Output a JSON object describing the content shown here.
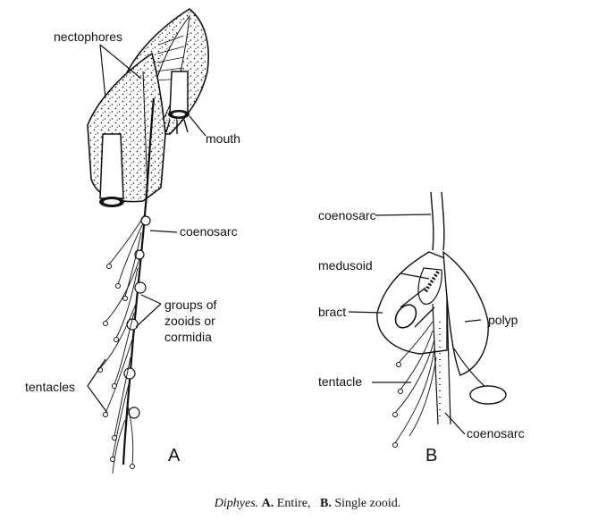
{
  "figure_a": {
    "labels": {
      "nectophores": "nectophores",
      "mouth": "mouth",
      "coenosarc": "coenosarc",
      "groups": [
        "groups  of",
        "zooids or",
        "cormidia"
      ],
      "tentacles": "tentacles"
    },
    "letter": "A"
  },
  "figure_b": {
    "labels": {
      "coenosarc_top": "coenosarc",
      "medusoid": "medusoid",
      "bract": "bract",
      "polyp": "polyp",
      "tentacle": "tentacle",
      "coenosarc_bottom": "coenosarc"
    },
    "letter": "B"
  },
  "caption": {
    "genus": "Diphyes.",
    "a_letter": "A.",
    "a_text": "Entire,",
    "b_letter": "B.",
    "b_text": "Single zooid."
  }
}
